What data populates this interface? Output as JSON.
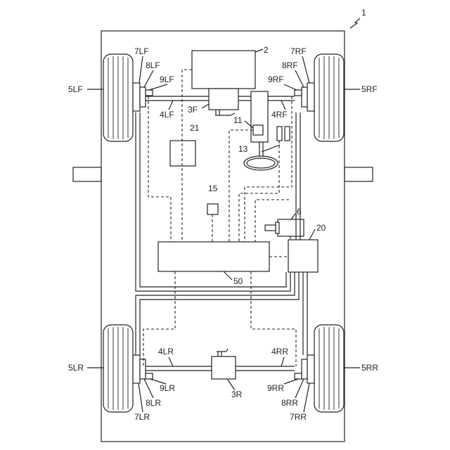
{
  "labels": {
    "vehicle": "1",
    "engine": "2",
    "front_differential": "3F",
    "rear_differential": "3R",
    "axle_lf": "4LF",
    "axle_rf": "4RF",
    "axle_lr": "4LR",
    "axle_rr": "4RR",
    "wheel_lf": "5LF",
    "wheel_rf": "5RF",
    "wheel_lr": "5LR",
    "wheel_rr": "5RR",
    "motor": "6",
    "hub_lf": "7LF",
    "hub_rf": "7RF",
    "hub_lr": "7LR",
    "hub_rr": "7RR",
    "brake_lf": "8LF",
    "brake_rf": "8RF",
    "brake_lr": "8LR",
    "brake_rr": "8RR",
    "sensor_lf": "9LF",
    "sensor_rf": "9RF",
    "sensor_lr": "9LR",
    "sensor_rr": "9RR",
    "steering_sensor": "11",
    "steering_wheel": "13",
    "sensor_15": "15",
    "hydraulic_unit": "20",
    "unit_21": "21",
    "controller": "50"
  }
}
